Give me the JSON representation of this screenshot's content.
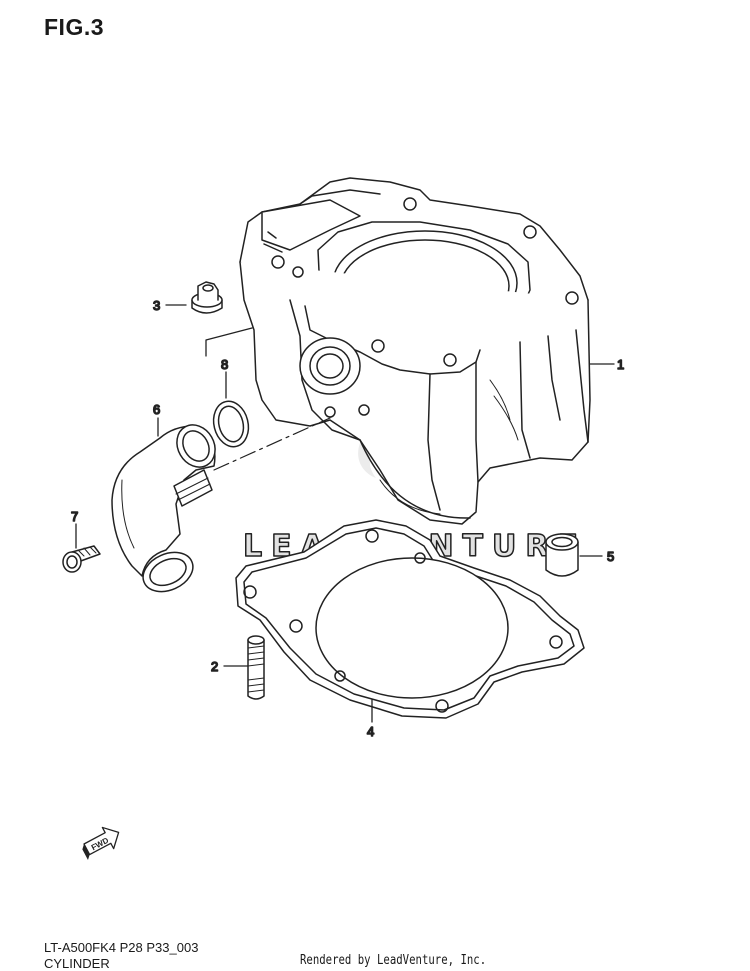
{
  "figure": {
    "title": "FIG.3"
  },
  "watermark": {
    "text": "LEADVENTURE"
  },
  "callouts": [
    "1",
    "2",
    "3",
    "4",
    "5",
    "6",
    "7",
    "8"
  ],
  "direction_marker": {
    "text": "FWD",
    "icon": "fwd-arrow-icon"
  },
  "footer": {
    "part_code": "LT-A500FK4 P28 P33_003",
    "section_name": "CYLINDER",
    "credit": "Rendered by LeadVenture, Inc."
  }
}
